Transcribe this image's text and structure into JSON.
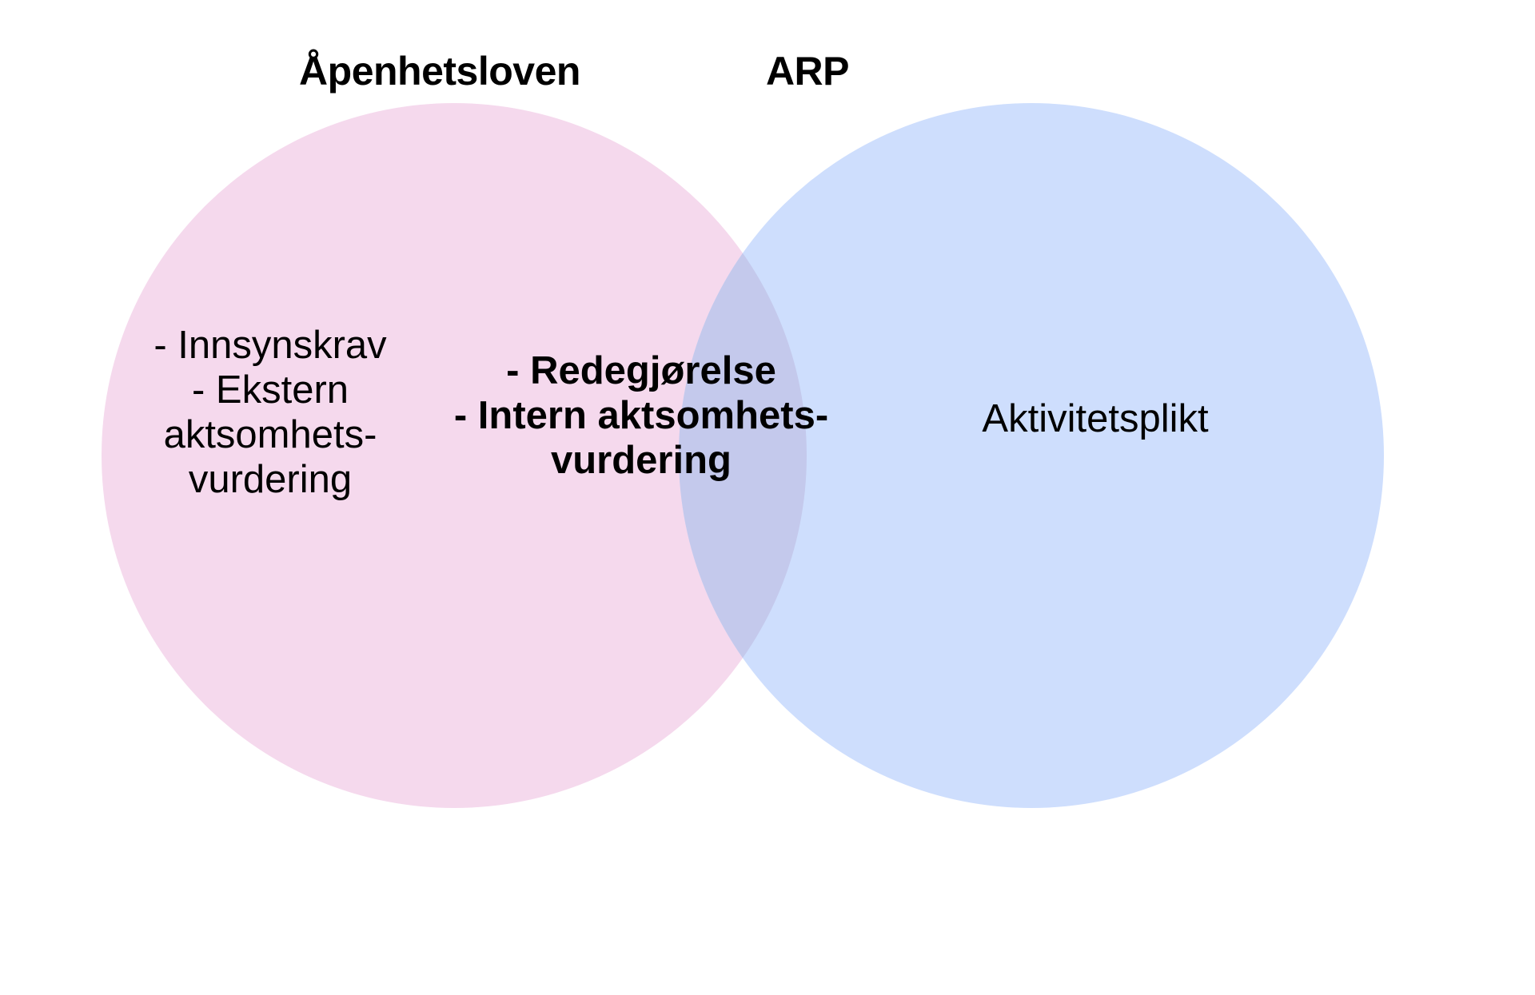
{
  "diagram": {
    "type": "venn-2-set",
    "background_color": "#ffffff",
    "titles": {
      "left": "Åpenhetsloven",
      "right": "ARP"
    },
    "sets": [
      {
        "id": "left",
        "label": "Åpenhetsloven",
        "fill_color": "#f5d9ed",
        "lines": [
          "- Innsynskrav",
          "- Ekstern",
          "aktsomhets-",
          "vurdering"
        ]
      },
      {
        "id": "right",
        "label": "ARP",
        "fill_color": "#cedefd",
        "lines": [
          "Aktivitetsplikt"
        ]
      }
    ],
    "intersection": {
      "id": "both",
      "fill_color": "#c4c9ec",
      "lines": [
        "- Redegjørelse",
        "- Intern aktsomhets-",
        "vurdering"
      ]
    }
  }
}
